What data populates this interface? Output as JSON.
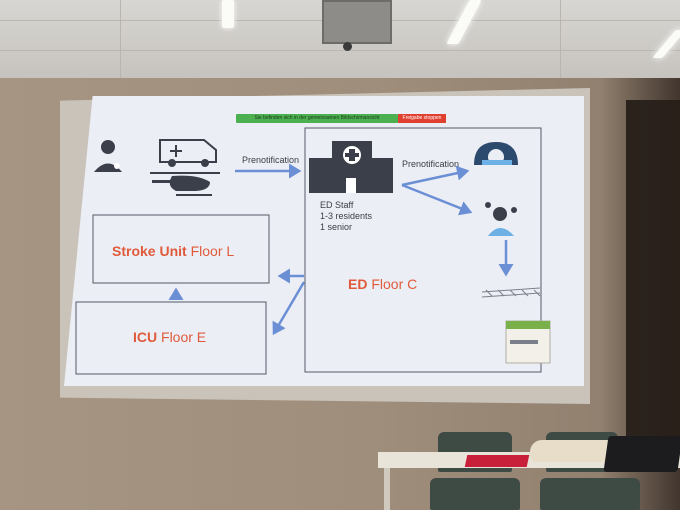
{
  "zoom_bar_text": "Sie befinden sich in der gemeinsamen Bildschirmansicht",
  "zoom_bar_button": "Freigabe stoppen",
  "slide": {
    "prenotification_left": "Prenotification",
    "prenotification_right": "Prenotification",
    "ed_staff_lines": [
      "ED Staff",
      "1-3 residents",
      "1 senior"
    ],
    "stroke_unit_bold": "Stroke Unit",
    "stroke_unit_floor": "Floor L",
    "icu_bold": "ICU",
    "icu_floor": "Floor E",
    "ed_bold": "ED",
    "ed_floor": "Floor C"
  },
  "colors": {
    "slide_bg": "#eceef6",
    "arrow_blue": "#6b8fd4",
    "label_red": "#e05a3a",
    "icon_dark": "#3b3f4a",
    "zoom_green": "#4caf50"
  },
  "icons": [
    "doctor-icon",
    "ambulance-icon",
    "helicopter-icon",
    "hospital-icon",
    "ct-scanner-icon",
    "surgeon-icon",
    "stent-icon",
    "medication-box-icon"
  ]
}
